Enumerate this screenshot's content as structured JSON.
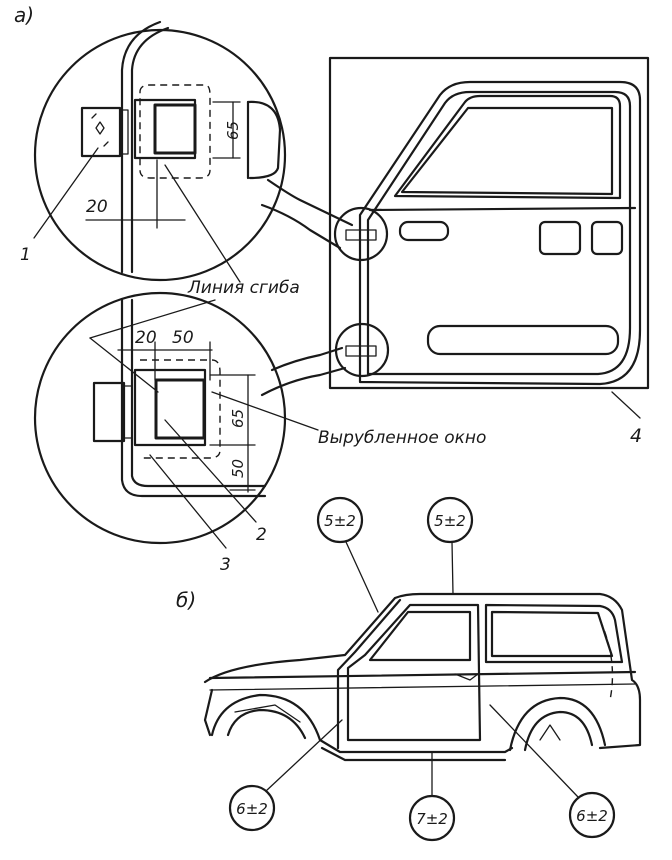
{
  "labels": {
    "part_a": "а)",
    "part_b": "б)",
    "bend_line": "Линия сгиба",
    "cut_window": "Вырубленное окно",
    "callout_1": "1",
    "callout_2": "2",
    "callout_3": "3",
    "callout_4": "4"
  },
  "dimensions": {
    "top_width": "20",
    "top_height": "65",
    "bottom_width_1": "20",
    "bottom_width_2": "50",
    "bottom_height_1": "65",
    "bottom_height_2": "50"
  },
  "gaps": {
    "roof_front": "5±2",
    "roof_rear": "5±2",
    "front_lower": "6±2",
    "sill": "7±2",
    "rear_lower": "6±2"
  },
  "colors": {
    "ink": "#1a1a1a",
    "paper": "#ffffff"
  }
}
